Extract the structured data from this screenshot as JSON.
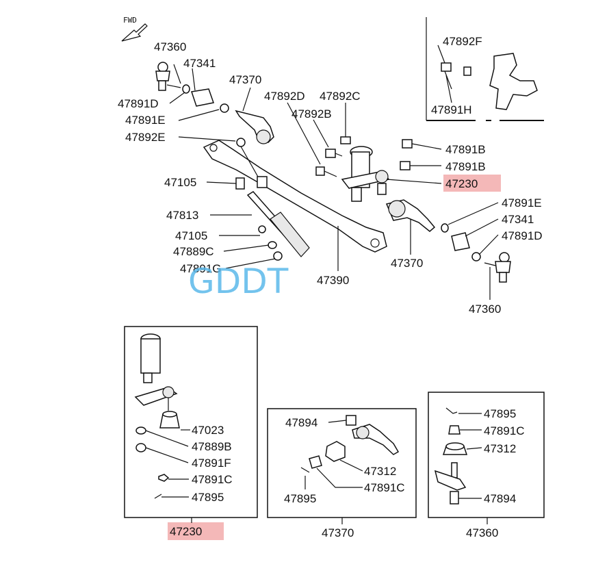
{
  "fwd_label": "FWD",
  "watermark": "GDDT",
  "colors": {
    "highlight": "#f4b8b8",
    "watermark": "#5bb8ea"
  },
  "labels": {
    "l47360_top": "47360",
    "l47341_top": "47341",
    "l47370_top": "47370",
    "l47891D_top": "47891D",
    "l47891E_top": "47891E",
    "l47892E": "47892E",
    "l47892D": "47892D",
    "l47892C": "47892C",
    "l47892B": "47892B",
    "l47891B_1": "47891B",
    "l47891B_2": "47891B",
    "l47230_main": "47230",
    "l47105_1": "47105",
    "l47813": "47813",
    "l47105_2": "47105",
    "l47889C": "47889C",
    "l47891G": "47891G",
    "l47390": "47390",
    "l47891E_r": "47891E",
    "l47341_r": "47341",
    "l47891D_r": "47891D",
    "l47370_r": "47370",
    "l47360_r": "47360",
    "l47892F": "47892F",
    "l47891H": "47891H",
    "b1_47023": "47023",
    "b1_47889B": "47889B",
    "b1_47891F": "47891F",
    "b1_47891C": "47891C",
    "b1_47895": "47895",
    "b1_caption": "47230",
    "b2_47894": "47894",
    "b2_47312": "47312",
    "b2_47895": "47895",
    "b2_47891C": "47891C",
    "b2_caption": "47370",
    "b3_47895": "47895",
    "b3_47891C": "47891C",
    "b3_47312": "47312",
    "b3_47894": "47894",
    "b3_caption": "47360"
  }
}
